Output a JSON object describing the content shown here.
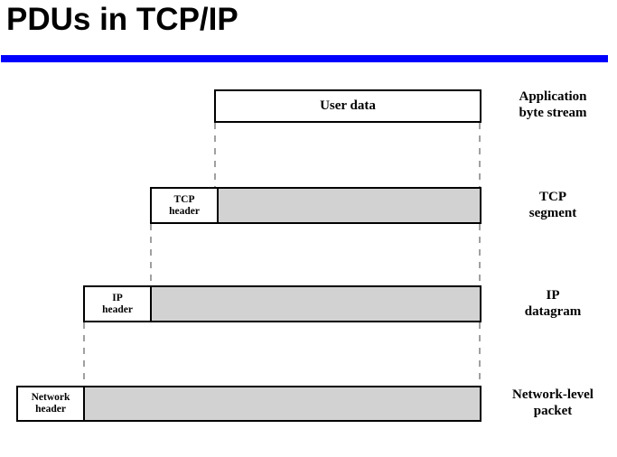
{
  "header": {
    "title": "PDUs in TCP/IP"
  },
  "diagram": {
    "rows": [
      {
        "box_label": "User data",
        "right_label_line1": "Application",
        "right_label_line2": "byte stream"
      },
      {
        "header_line1": "TCP",
        "header_line2": "header",
        "right_label_line1": "TCP",
        "right_label_line2": "segment"
      },
      {
        "header_line1": "IP",
        "header_line2": "header",
        "right_label_line1": "IP",
        "right_label_line2": "datagram"
      },
      {
        "header_line1": "Network",
        "header_line2": "header",
        "right_label_line1": "Network-level",
        "right_label_line2": "packet"
      }
    ],
    "colors": {
      "accent_rule": "#0000ff",
      "data_fill": "#d2d2d2",
      "box_border": "#000000",
      "dash": "#a0a0a0",
      "text": "#000000",
      "background": "#ffffff"
    }
  }
}
